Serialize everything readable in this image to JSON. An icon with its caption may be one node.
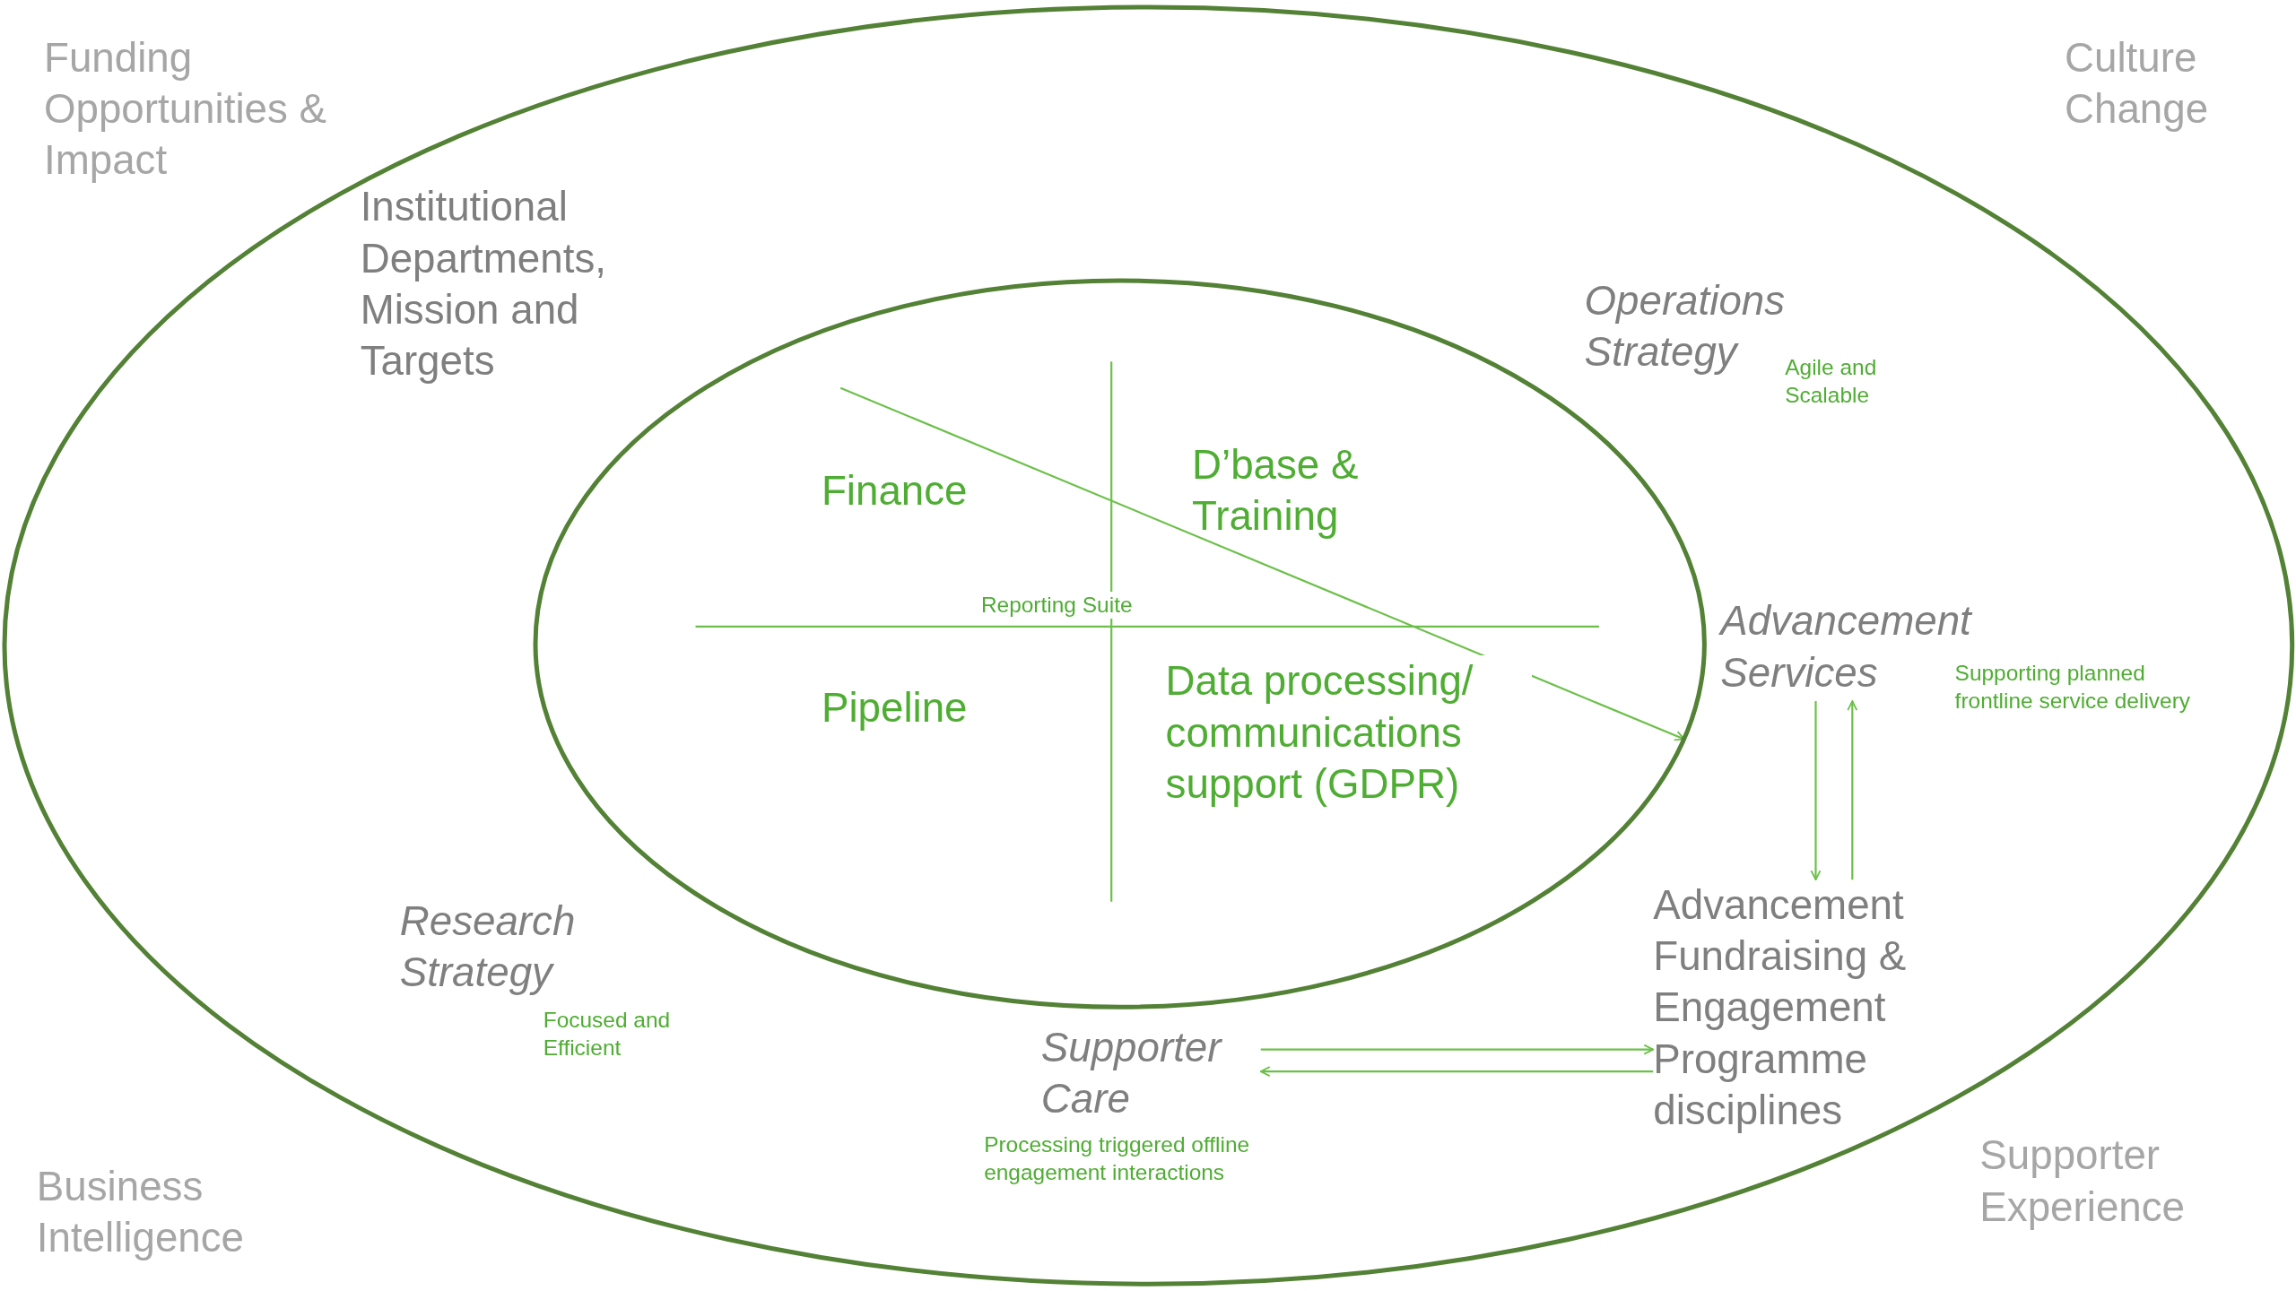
{
  "diagram": {
    "nodes": [
      {
        "text": [],
        "shape": "ellipse"
      },
      {
        "text": [],
        "shape": "ellipse",
        "in": 0
      },
      {
        "text": [
          "Advancement Services"
        ],
        "beside": [
          "Supporting planned frontline service delivery"
        ],
        "in": 0
      },
      {
        "text": [
          "Supporter Care"
        ],
        "beside": [
          "Processing triggered offline engagement interactions"
        ],
        "in": 0
      },
      {
        "text": [
          "Advancement Fundraising & Engagement Programme disciplines"
        ],
        "in": 0
      }
    ],
    "edges": [
      {
        "from": null,
        "to": 1,
        "arrow": "to"
      },
      {
        "from": 2,
        "to": 4,
        "arrow": "to"
      },
      {
        "from": 4,
        "to": 2,
        "arrow": "to"
      },
      {
        "from": 3,
        "to": 4,
        "arrow": "to"
      },
      {
        "from": 4,
        "to": 3,
        "arrow": "to"
      }
    ],
    "labels": [
      "Funding Opportunities & Impact",
      "Culture Change",
      "Institutional Departments, Mission and Targets",
      "Operations Strategy",
      "Agile and Scalable",
      "Finance",
      "D’base & Training",
      "Reporting Suite",
      "Pipeline",
      "Data processing/ communications support (GDPR)",
      "Research Strategy",
      "Focused and Efficient",
      "Business Intelligence",
      "Supporter Experience"
    ]
  }
}
